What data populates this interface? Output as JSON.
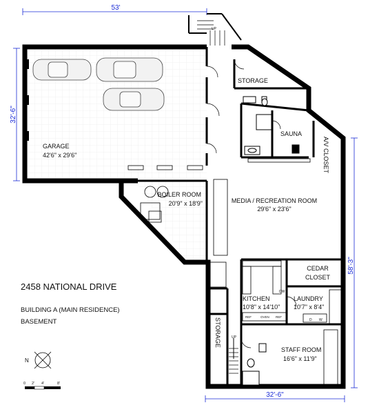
{
  "dimensions": {
    "top_width": "53'",
    "left_height": "32'-6\"",
    "right_height": "58'-3\"",
    "bottom_width": "32'-6\""
  },
  "rooms": {
    "garage": {
      "name": "GARAGE",
      "size": "42'6\" x 29'6\""
    },
    "boiler": {
      "name": "BOILER ROOM",
      "size": "20'9\" x 18'9\""
    },
    "media": {
      "name": "MEDIA / RECREATION ROOM",
      "size": "29'6\" x 23'6\""
    },
    "storage_top": {
      "name": "STORAGE"
    },
    "sauna": {
      "name": "SAUNA"
    },
    "av_closet": {
      "name": "A/V CLOSET"
    },
    "cedar_closet": {
      "name": "CEDAR",
      "name2": "CLOSET"
    },
    "kitchen": {
      "name": "KITCHEN",
      "size": "10'8\" x 14'10\""
    },
    "laundry": {
      "name": "LAUNDRY",
      "size": "10'7\" x 8'4\""
    },
    "storage_side": {
      "name": "STORAGE"
    },
    "staff": {
      "name": "STAFF ROOM",
      "size": "16'6\" x 11'9\""
    }
  },
  "fixtures": {
    "stair_up_top": "UP",
    "stair_up_bottom": "UP",
    "dishwasher": "DW",
    "ref1": "REF",
    "oven": "OVEN",
    "ref2": "REF",
    "washer": "D",
    "dryer": "W"
  },
  "info": {
    "title": "2458 NATIONAL DRIVE",
    "building": "BUILDING A (MAIN RESIDENCE)",
    "level": "BASEMENT"
  },
  "legend": {
    "north": "N",
    "scale_ticks": [
      "0",
      "2'",
      "4'",
      "8'"
    ]
  },
  "colors": {
    "wall": "#000000",
    "dimension": "#1a2bd6",
    "floor_grid": "#e6e6e6"
  }
}
